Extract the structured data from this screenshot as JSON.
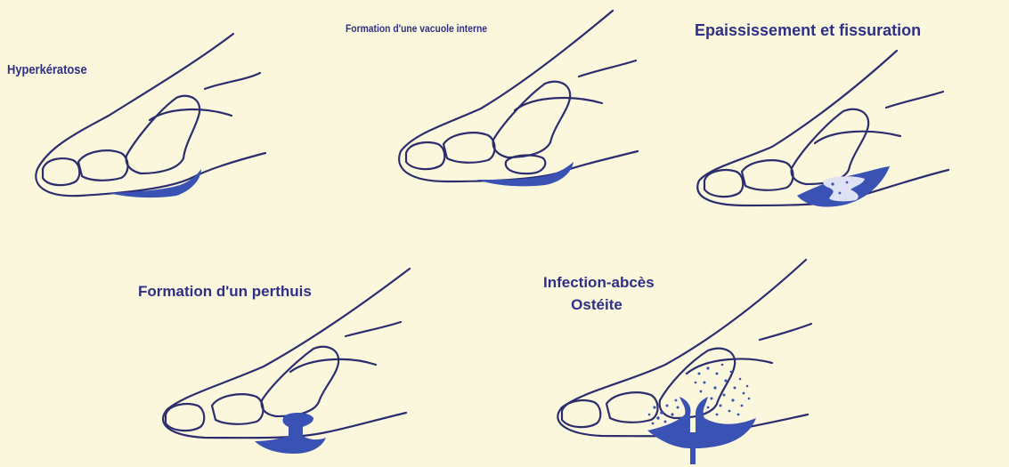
{
  "stages": [
    {
      "label": "Hyperkératose"
    },
    {
      "label": "Formation d'une vacuole interne"
    },
    {
      "label": "Epaississement et fissuration"
    },
    {
      "label": "Formation d'un perthuis"
    },
    {
      "label_line1": "Infection-abcès",
      "label_line2": "Ostéite"
    }
  ],
  "colors": {
    "background": "#fbf7dc",
    "outline": "#2b2d6e",
    "lesion": "#3a52b4",
    "label_text": "#2f2f86"
  }
}
